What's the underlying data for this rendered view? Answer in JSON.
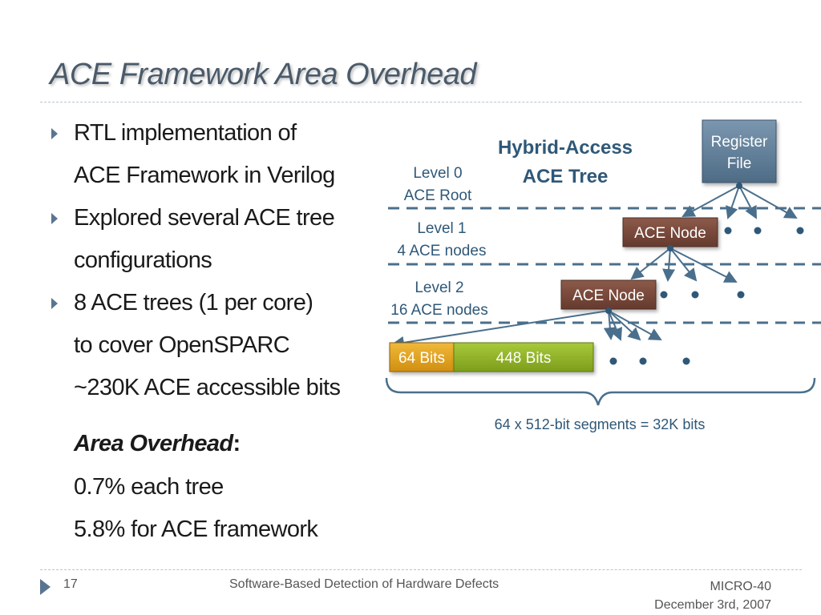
{
  "slide": {
    "title": "ACE Framework Area Overhead",
    "bullets": [
      {
        "line1": "RTL implementation of",
        "line2": "ACE Framework in Verilog"
      },
      {
        "line1": "Explored several ACE tree",
        "line2": "configurations"
      },
      {
        "line1": "8 ACE trees (1 per core)",
        "line2": "to cover OpenSPARC",
        "line3": "~230K ACE accessible bits"
      }
    ],
    "area": {
      "heading": "Area Overhead",
      "colon": ":",
      "line1": "0.7% each tree",
      "line2": "5.8% for ACE framework"
    }
  },
  "diagram": {
    "title_line1": "Hybrid-Access",
    "title_line2": "ACE Tree",
    "register_file_line1": "Register",
    "register_file_line2": "File",
    "level0_line1": "Level 0",
    "level0_line2": "ACE Root",
    "level1_line1": "Level 1",
    "level1_line2": "4 ACE nodes",
    "level2_line1": "Level 2",
    "level2_line2": "16 ACE nodes",
    "node_label": "ACE Node",
    "bits_a": "64 Bits",
    "bits_b": "448 Bits",
    "segments_caption": "64 x 512-bit segments = 32K bits",
    "colors": {
      "register_file": "#5d7a94",
      "ace_node": "#7a4a3c",
      "bits_a": "#e0a21a",
      "bits_b": "#93b52a",
      "title": "#2f5878",
      "line": "#4a6f8c"
    }
  },
  "footer": {
    "page_number": "17",
    "center_text": "Software-Based Detection of Hardware Defects",
    "right_line1": "MICRO-40",
    "right_line2": "December 3rd, 2007"
  }
}
